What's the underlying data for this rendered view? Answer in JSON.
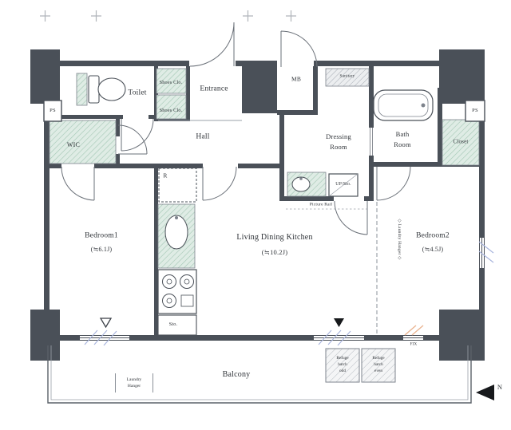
{
  "labels": {
    "toilet": "Toilet",
    "shoes_clo_upper": "Shoes Clo.",
    "shoes_clo_lower": "Shoes Clo.",
    "entrance": "Entrance",
    "mb": "MB",
    "sanitary": "Sanitary",
    "ps_left": "PS",
    "ps_right": "PS",
    "wic": "WIC",
    "hall": "Hall",
    "dressing_line1": "Dressing",
    "dressing_line2": "Room",
    "bath_line1": "Bath",
    "bath_line2": "Room",
    "closet": "Closet",
    "bedroom1": "Bedroom1",
    "bedroom1_size": "(≒6.1J)",
    "ldk": "Living Dining Kitchen",
    "ldk_size": "(≒10.2J)",
    "bedroom2": "Bedroom2",
    "bedroom2_size": "(≒4.5J)",
    "fridge": "R",
    "sto_kitchen": "Sto.",
    "up_sto": "UP/Sto.",
    "picture_rail": "Picture Rail",
    "laundry_hanger_vertical": "◇ Laundry Hanger ◇",
    "balcony": "Balcony",
    "laundry_hanger_line1": "Laundry",
    "laundry_hanger_line2": "Hanger",
    "refuge_odd_line1": "Refuge",
    "refuge_odd_line2": "hatch",
    "refuge_odd_line3": "odd",
    "refuge_even_line1": "Refuge",
    "refuge_even_line2": "hatch",
    "refuge_even_line3": "even",
    "fix": "FIX",
    "north": "N"
  },
  "colors": {
    "wall": "#4a5058",
    "mint_fill": "#dfece5",
    "mint_line": "#a3c7b4",
    "gray_fill": "#eceef0",
    "gray_line": "#a8adb5",
    "window_blue": "#aab6de",
    "window_orange": "#eab592",
    "text": "#2e3237"
  }
}
